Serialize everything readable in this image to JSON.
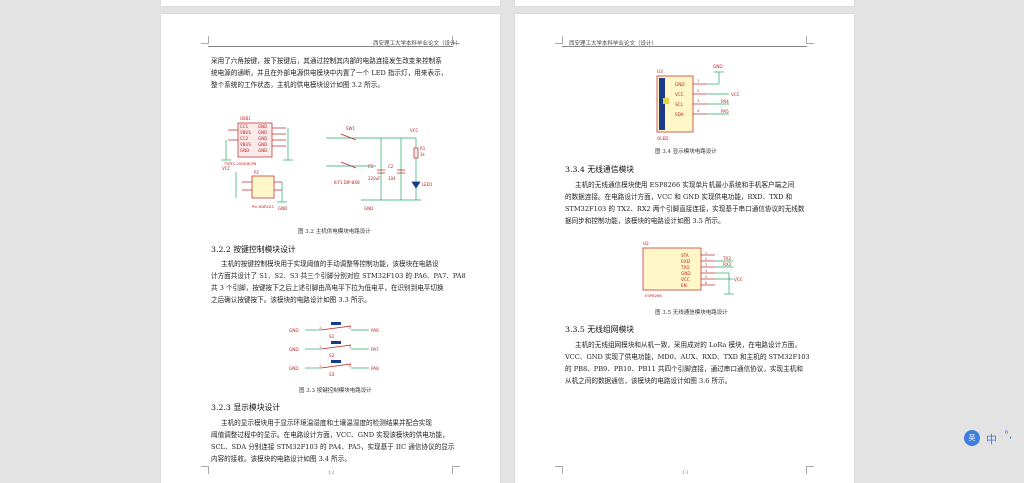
{
  "header": {
    "left": "西安理工大学本科毕业论文（设计）",
    "right": "西安理工大学本科毕业论文（设计）"
  },
  "left_page": {
    "intro_lines": [
      "采用了六角按键，按下按键后，其通过控制其内部的电路连接发生改变来控制系",
      "统电源的通断，并且在外部电源供电模块中内置了一个 LED 指示灯，用来表示，",
      "整个系统的工作状态，主机的供电模块设计如图 3.2 所示。"
    ],
    "fig2_caption": "图 3.2 主机供电模块电路设计",
    "sec_322": "3.2.2  按键控制模块设计",
    "sec_322_lines": [
      "主机的按键控制模块用于实现阈值的手动调整等控制功能，该模块在电路设",
      "计方面共设计了 S1、S2、S3 共三个引脚分别对应 STM32F103 的 PA6、PA7、PA8",
      "共 3 个引脚，按键按下之后上述引脚由高电平下拉为低电平，在识别到电平切换",
      "之后确认按键按下。该模块的电路设计如图 3.3 所示。"
    ],
    "fig3_caption": "图 3.3 按键控制模块电路设计",
    "sec_323": "3.2.3  显示模块设计",
    "sec_323_lines": [
      "主机的显示模块用于显示环境温湿度和土壤温湿度的检测结果并配合实现",
      "阈值调整过程中的显示。在电路设计方面，VCC、GND 实现该模块的供电功能，",
      "SCL、SDA 分别连接 STM32F103 的 PA4、PA5，实现基于 IIC 通信协议的显示",
      "内容的接收。该模块的电路设计如图 3.4 所示。"
    ],
    "page_number": "12",
    "schem1": {
      "usb_label": "USB1",
      "usb_part": "TYPEC-2008-BCP8",
      "usb_pins": [
        "CC1",
        "VBUS",
        "CC2",
        "VBUS",
        "GND"
      ],
      "usb_right": [
        "GND",
        "GND",
        "GND",
        "GND",
        "GND"
      ],
      "p2_label": "P2",
      "p2_part": "Pin-HDR2X3",
      "sw_label": "SW1",
      "sw_part": "K-F1 DIP-8X8",
      "c1_label": "C1",
      "c1_val": "220uF",
      "c2_label": "C2",
      "c2_val": "104",
      "r1_label": "R1",
      "r1_val": "1k",
      "led_label": "LED1",
      "vcc": "VCC",
      "gnd": "GND"
    },
    "schem2": {
      "rows": [
        {
          "left": "GND",
          "sw": "S1",
          "pin": "PA6",
          "n1": "1",
          "n2": "2"
        },
        {
          "left": "GND",
          "sw": "S2",
          "pin": "PA7",
          "n1": "1",
          "n2": "2"
        },
        {
          "left": "GND",
          "sw": "S3",
          "pin": "PA8",
          "n1": "1",
          "n2": "2"
        }
      ]
    }
  },
  "right_page": {
    "oled": {
      "ref": "U3",
      "part": "OLED",
      "pins": [
        "GND",
        "VCC",
        "SCL",
        "SDA"
      ],
      "nums": [
        "1",
        "2",
        "3",
        "4"
      ],
      "nets": [
        "",
        "VCC",
        "PA4",
        "PA5"
      ],
      "gnd": "GND"
    },
    "fig4_caption": "图 3.4 显示模块电路设计",
    "sec_334": "3.3.4  无线通信模块",
    "sec_334_lines": [
      "主机的无线通信模块使用 ESP8266 实现单片机最小系统和手机客户端之间",
      "的数据连接。在电路设计方面，VCC 和 GND 实现供电功能，RXD、TXD 和",
      "STM32F103 的 TX2、RX2 两个引脚直接连接，实现基于串口通信协议的无线数",
      "据同步和控制功能，该模块的电路设计如图 3.5 所示。"
    ],
    "esp": {
      "ref": "U2",
      "part": "ESP8266",
      "pins": [
        "STA",
        "RXD",
        "TXD",
        "GND",
        "VCC",
        "EN"
      ],
      "nums": [
        "1",
        "2",
        "3",
        "4",
        "5",
        "6"
      ],
      "nets": [
        "",
        "TX2",
        "RX2",
        "",
        "VCC",
        ""
      ]
    },
    "fig5_caption": "图 3.5 无线通信模块电路设计",
    "sec_335": "3.3.5  无线组网模块",
    "sec_335_lines": [
      "主机的无线组网模块和从机一致，采用成对的 LoRa 模块，在电路设计方面，",
      "VCC、GND 实现了供电功能，MD0、AUX、RXD、TXD 和主机的 STM32F103",
      "的 PB8、PB9、PB10、PB11 共四个引脚连接，通过串口通信协议，实现主机和",
      "从机之间的数据通信，该模块的电路设计如图 3.6 所示。"
    ],
    "page_number": "13"
  },
  "fab": {
    "badge": "英",
    "lang": "中",
    "dots": "°,"
  }
}
